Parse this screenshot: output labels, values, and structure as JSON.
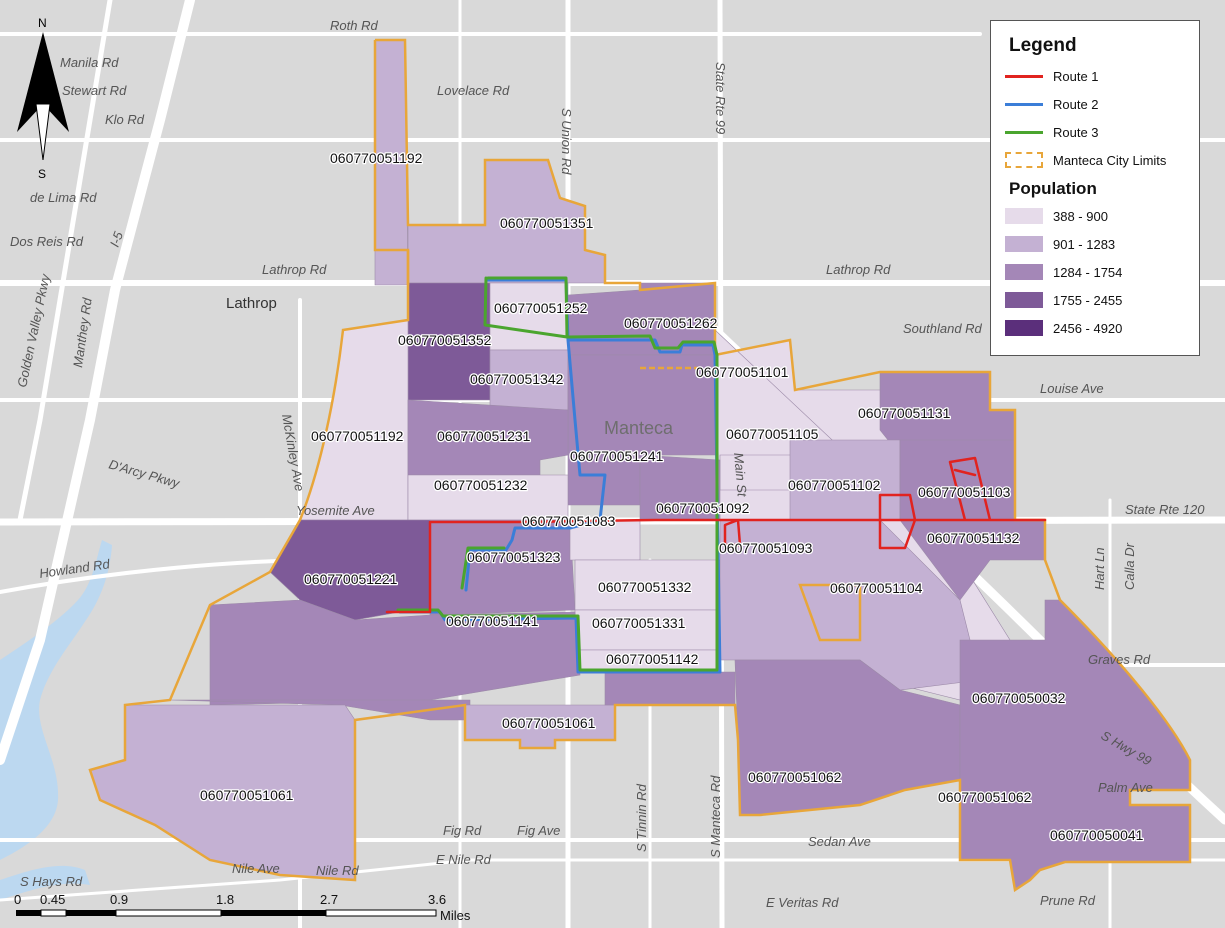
{
  "colors": {
    "background": "#d9d9d9",
    "road": "#ffffff",
    "water": "#bcd8f0",
    "city_limits": "#e8a63a",
    "route_1": "#e1231f",
    "route_2": "#3b7ed8",
    "route_3": "#4aa52e",
    "class_388_900": "#e6dbea",
    "class_901_1283": "#c4b1d3",
    "class_1284_1754": "#a487b7",
    "class_1755_2455": "#7e5a98",
    "class_2456_4920": "#5b2f7b"
  },
  "legend": {
    "title": "Legend",
    "route_1": "Route 1",
    "route_2": "Route 2",
    "route_3": "Route 3",
    "city_limits": "Manteca City Limits",
    "population_heading": "Population",
    "class_1": "388 - 900",
    "class_2": "901 - 1283",
    "class_3": "1284 - 1754",
    "class_4": "1755 - 2455",
    "class_5": "2456 - 4920"
  },
  "north_arrow": {
    "n": "N",
    "s": "S"
  },
  "places": {
    "lathrop": "Lathrop",
    "manteca": "Manteca"
  },
  "roads": {
    "roth": "Roth Rd",
    "manila": "Manila Rd",
    "stewart": "Stewart Rd",
    "klo": "Klo Rd",
    "lovelace": "Lovelace Rd",
    "union": "S Union Rd",
    "rte99_north": "State Rte 99",
    "de_lima": "de Lima Rd",
    "dos_reis": "Dos Reis Rd",
    "i5": "I-5",
    "lathrop_west": "Lathrop Rd",
    "lathrop_east": "Lathrop Rd",
    "golden_valley": "Golden Valley Pkwy",
    "manthey": "Manthey Rd",
    "southland": "Southland Rd",
    "louise": "Louise Ave",
    "mckinley": "McKinley Ave",
    "darcy": "D'Arcy Pkwy",
    "yosemite": "Yosemite Ave",
    "main": "Main St",
    "rte120": "State Rte 120",
    "howland": "Howland Rd",
    "hart": "Hart Ln",
    "calla": "Calla Dr",
    "graves": "Graves Rd",
    "hwy99_south": "S Hwy 99",
    "palm": "Palm Ave",
    "fig_rd": "Fig Rd",
    "fig_ave": "Fig Ave",
    "tinnin": "S Tinnin Rd",
    "manteca_rd": "S Manteca Rd",
    "sedan": "Sedan Ave",
    "hays": "S Hays Rd",
    "nile_ave": "Nile Ave",
    "nile_rd": "Nile Rd",
    "e_nile": "E Nile Rd",
    "veritas": "E Veritas Rd",
    "prune": "Prune Rd"
  },
  "tracts": {
    "t1192_north": "060770051192",
    "t1351": "060770051351",
    "t1252": "060770051252",
    "t1262": "060770051262",
    "t1352": "060770051352",
    "t1101": "060770051101",
    "t1342": "060770051342",
    "t1131": "060770051131",
    "t1192_west": "060770051192",
    "t1231": "060770051231",
    "t1105": "060770051105",
    "t1241": "060770051241",
    "t1102": "060770051102",
    "t1103": "060770051103",
    "t1232": "060770051232",
    "t1092": "060770051092",
    "t1083": "060770051083",
    "t1093": "060770051093",
    "t1132": "060770051132",
    "t1323": "060770051323",
    "t1221": "060770051221",
    "t1332": "060770051332",
    "t1104": "060770051104",
    "t1141": "060770051141",
    "t1331": "060770051331",
    "t1142": "060770051142",
    "t0032": "060770050032",
    "t1061_center": "060770051061",
    "t1061_west": "060770051061",
    "t1062_center": "060770051062",
    "t1062_east": "060770051062",
    "t0041": "060770050041"
  },
  "scale_bar": {
    "ticks": [
      "0",
      "0.45",
      "0.9",
      "1.8",
      "2.7",
      "3.6"
    ],
    "unit": "Miles"
  }
}
